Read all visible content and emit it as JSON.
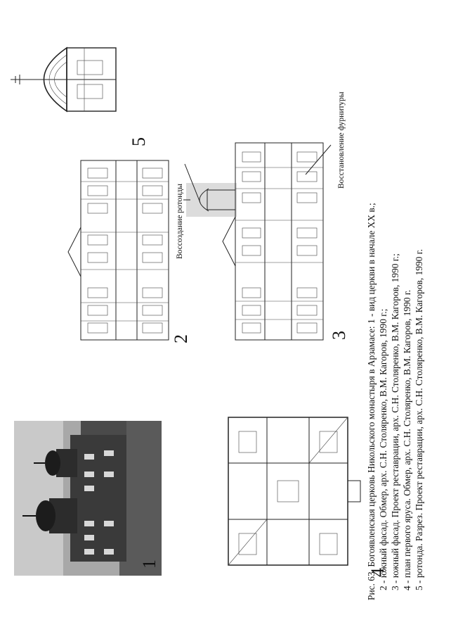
{
  "figure": {
    "caption_lines": [
      "Рис. 63. Богоявленская церковь Никольского монастыря в Арзамасе: 1 - вид церкви в начале XX в.;",
      "2 - южный фасад. Обмер, арх. С.Н. Столяренко, В.М. Кагоров, 1990 г.;",
      "3 - южный фасад. Проект реставрации, арх. С.Н. Столяренко, В.М. Кагоров, 1990 г.;",
      "4 - план первого яруса. Обмер, арх. С.Н. Столяренко, В.М. Кагоров, 1990 г.",
      "5 - ротонда. Разрез. Проект реставрации, арх. С.Н. Столяренко, В.М. Кагоров, 1990 г."
    ],
    "panel_numbers": [
      "1",
      "2",
      "3",
      "4",
      "5"
    ],
    "annotations": {
      "rotunda": "Воссоздание ротонды",
      "fixtures": "Восстановление фурнитуры"
    }
  }
}
